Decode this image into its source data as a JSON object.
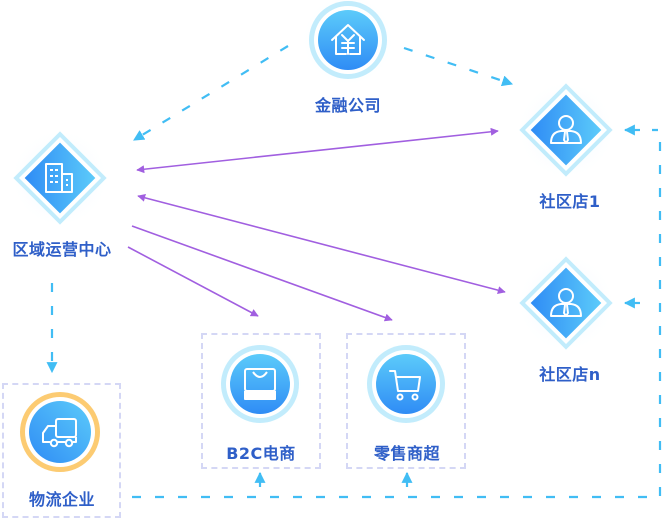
{
  "diagram": {
    "nodes": [
      {
        "id": "finance",
        "label": "金融公司",
        "icon": "house-yuan-icon",
        "shape": "circle"
      },
      {
        "id": "region",
        "label": "区域运营中心",
        "icon": "office-building-icon",
        "shape": "diamond"
      },
      {
        "id": "store1",
        "label": "社区店1",
        "icon": "person-tie-icon",
        "shape": "diamond"
      },
      {
        "id": "storen",
        "label": "社区店n",
        "icon": "person-tie-icon",
        "shape": "diamond"
      },
      {
        "id": "b2c",
        "label": "B2C电商",
        "icon": "shopping-bag-icon",
        "shape": "circle"
      },
      {
        "id": "retail",
        "label": "零售商超",
        "icon": "shopping-cart-icon",
        "shape": "circle"
      },
      {
        "id": "logistics",
        "label": "物流企业",
        "icon": "truck-icon",
        "shape": "circle"
      }
    ],
    "edges": [
      {
        "from": "finance",
        "to": "region",
        "style": "dashed",
        "color": "#41bdf4"
      },
      {
        "from": "finance",
        "to": "store1",
        "style": "dashed",
        "color": "#41bdf4"
      },
      {
        "from": "region",
        "to": "store1",
        "style": "solid",
        "color": "#a15fe0",
        "bidirectional": true
      },
      {
        "from": "region",
        "to": "storen",
        "style": "solid",
        "color": "#a15fe0",
        "bidirectional": true
      },
      {
        "from": "region",
        "to": "b2c",
        "style": "solid",
        "color": "#a15fe0"
      },
      {
        "from": "region",
        "to": "retail",
        "style": "solid",
        "color": "#a15fe0"
      },
      {
        "from": "region",
        "to": "logistics",
        "style": "dashed",
        "color": "#41bdf4"
      },
      {
        "from": "logistics",
        "to": "b2c",
        "style": "dashed",
        "color": "#41bdf4"
      },
      {
        "from": "logistics",
        "to": "retail",
        "style": "dashed",
        "color": "#41bdf4"
      },
      {
        "from": "logistics",
        "to": "store1",
        "style": "dashed",
        "color": "#41bdf4"
      },
      {
        "from": "logistics",
        "to": "storen",
        "style": "dashed",
        "color": "#41bdf4"
      }
    ],
    "colors": {
      "node_blue_light": "#5ccbfa",
      "node_blue_dark": "#2f8cf5",
      "ring_blue": "#a8e4fb",
      "ring_orange": "#fccb72",
      "label": "#2f5fc8",
      "purple": "#a15fe0",
      "cyan": "#41bdf4",
      "box_border": "#d4d7f5"
    }
  }
}
